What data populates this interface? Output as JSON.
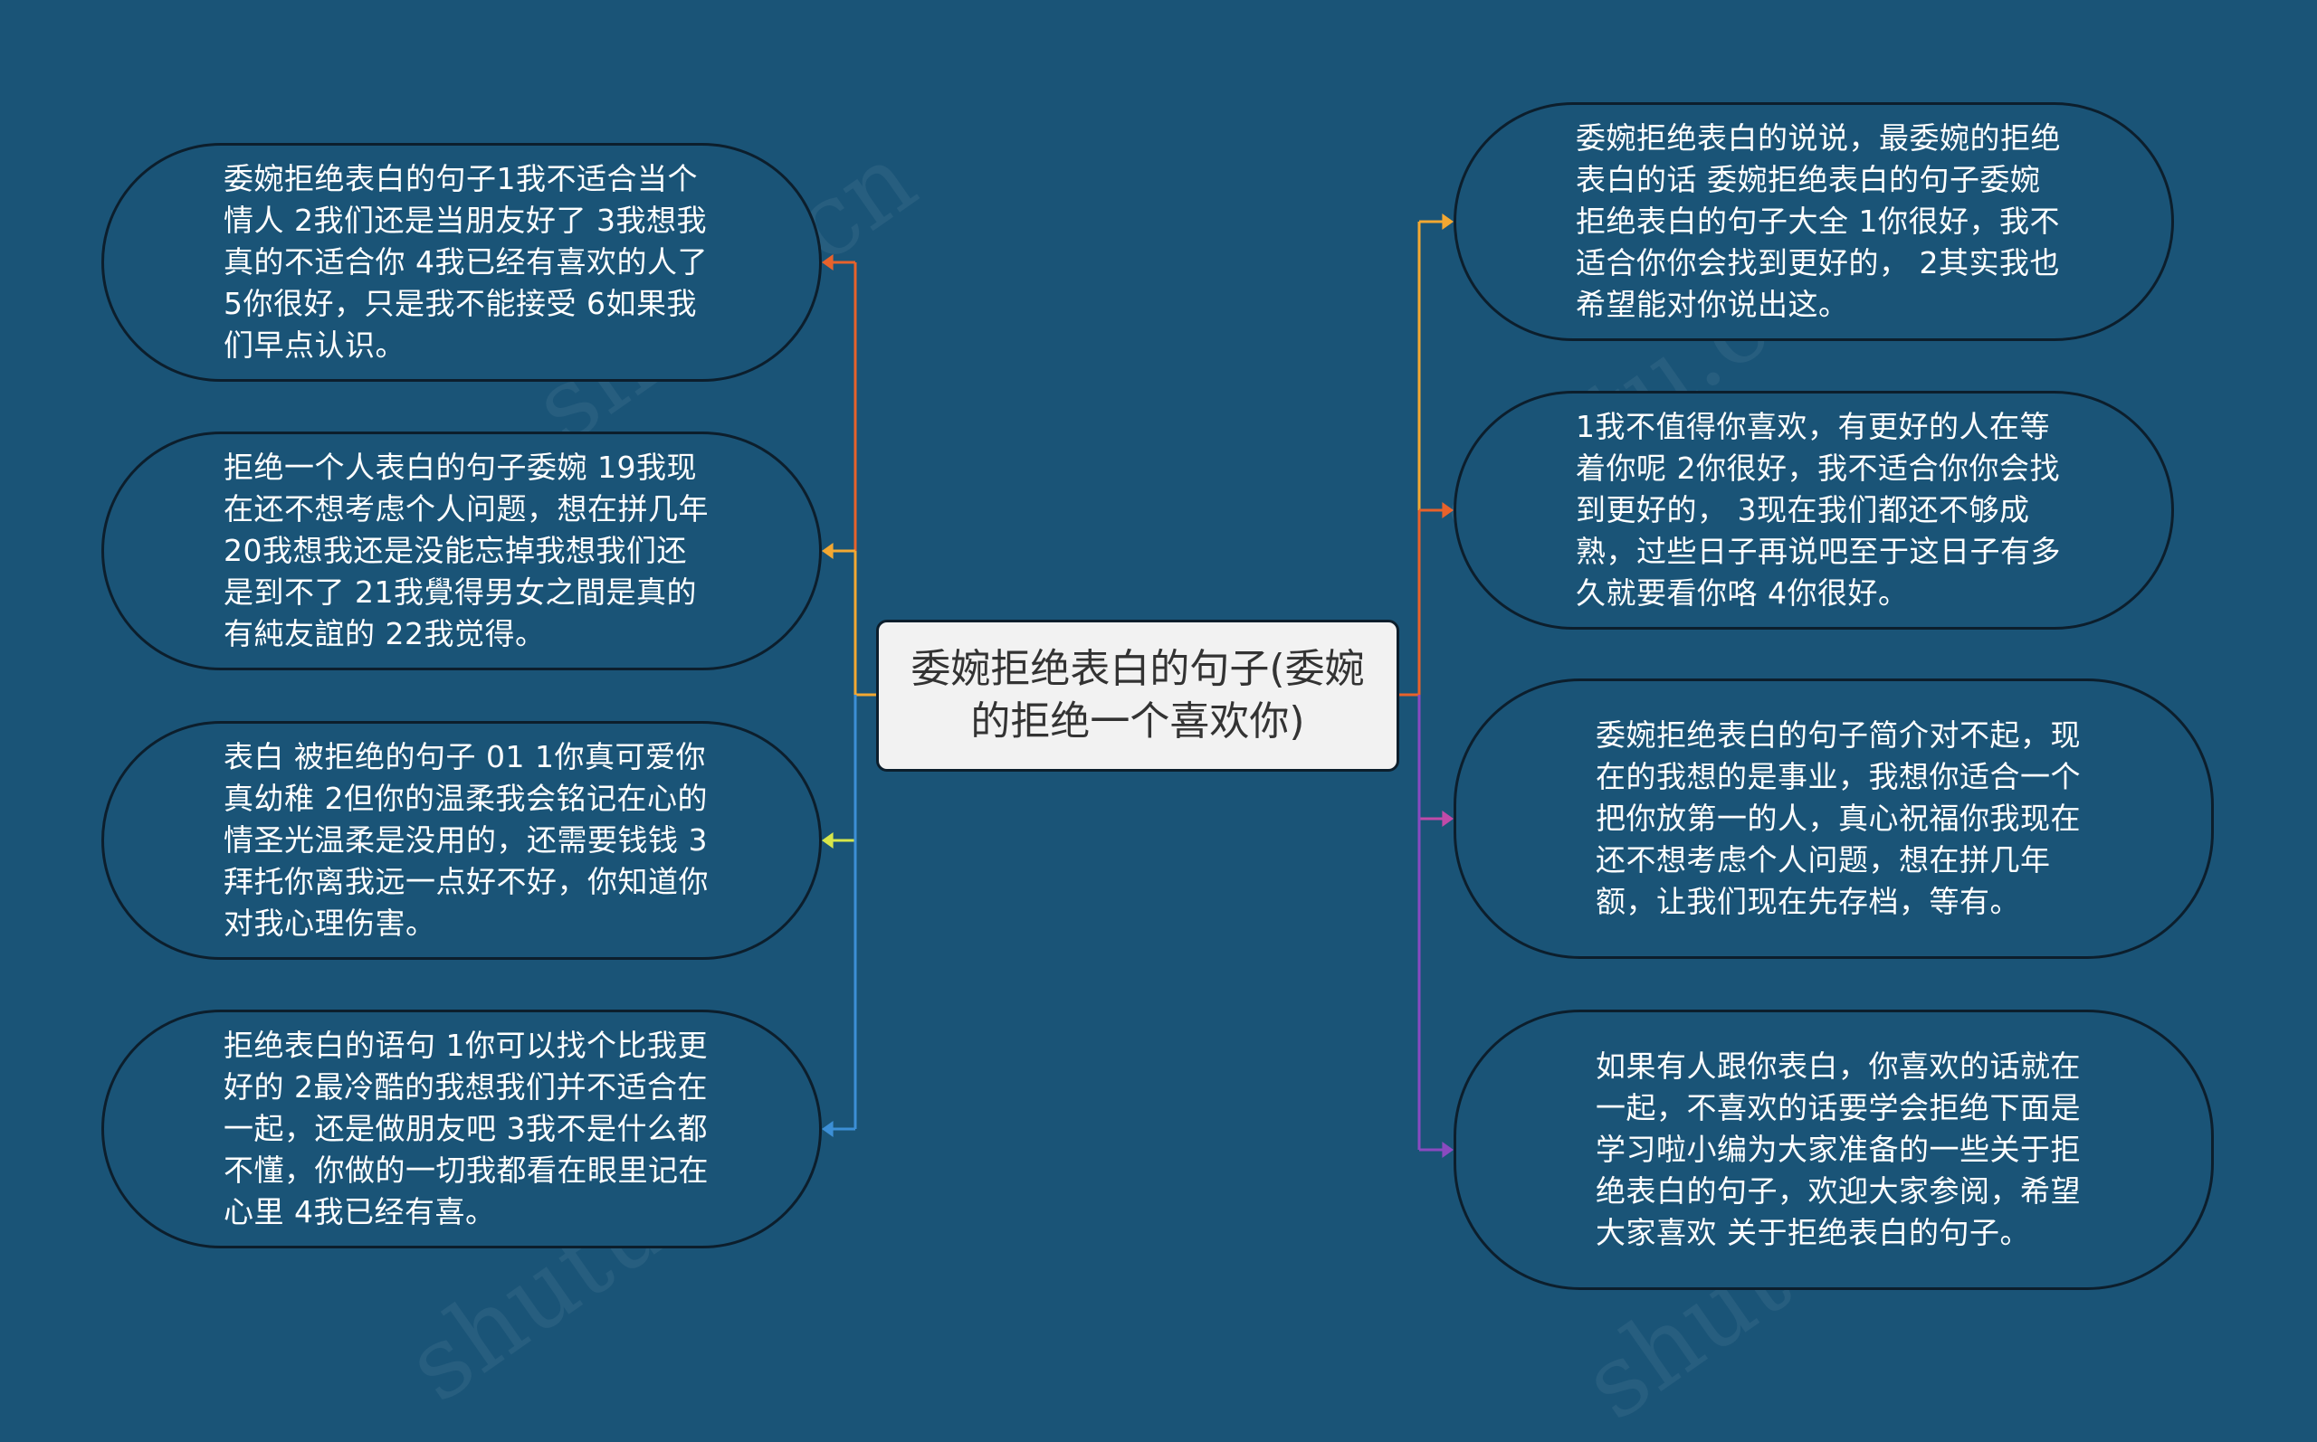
{
  "center": {
    "title": "委婉拒绝表白的句子(委婉的拒绝一个喜欢你)"
  },
  "left": [
    {
      "text": "委婉拒绝表白的句子1我不适合当个情人 2我们还是当朋友好了 3我想我真的不适合你 4我已经有喜欢的人了 5你很好，只是我不能接受 6如果我们早点认识。",
      "color": "#e8622b"
    },
    {
      "text": "拒绝一个人表白的句子委婉 19我现在还不想考虑个人问题，想在拼几年 20我想我还是没能忘掉我想我们还是到不了 21我覺得男女之間是真的有純友誼的 22我觉得。",
      "color": "#f3a832"
    },
    {
      "text": "表白 被拒绝的句子 01 1你真可爱你真幼稚 2但你的温柔我会铭记在心的情圣光温柔是没用的，还需要钱钱 3拜托你离我远一点好不好，你知道你对我心理伤害。",
      "color": "#d7e64a"
    },
    {
      "text": "拒绝表白的语句 1你可以找个比我更好的 2最冷酷的我想我们并不适合在一起，还是做朋友吧 3我不是什么都不懂，你做的一切我都看在眼里记在心里 4我已经有喜。",
      "color": "#3c8fd6"
    }
  ],
  "right": [
    {
      "text": "委婉拒绝表白的说说，最委婉的拒绝表白的话 委婉拒绝表白的句子委婉拒绝表白的句子大全 1你很好，我不适合你你会找到更好的， 2其实我也希望能对你说出这。",
      "color": "#f3a832"
    },
    {
      "text": "1我不值得你喜欢，有更好的人在等着你呢 2你很好，我不适合你你会找到更好的， 3现在我们都还不够成熟，过些日子再说吧至于这日子有多久就要看你咯 4你很好。",
      "color": "#e8622b"
    },
    {
      "text": "委婉拒绝表白的句子简介对不起，现在的我想的是事业，我想你适合一个把你放第一的人，真心祝福你我现在还不想考虑个人问题，想在拼几年额，让我们现在先存档，等有。",
      "color": "#c04aa8"
    },
    {
      "text": "如果有人跟你表白，你喜欢的话就在一起，不喜欢的话要学会拒绝下面是学习啦小编为大家准备的一些关于拒绝表白的句子，欢迎大家参阅，希望大家喜欢 关于拒绝表白的句子。",
      "color": "#8a4ac0"
    }
  ]
}
